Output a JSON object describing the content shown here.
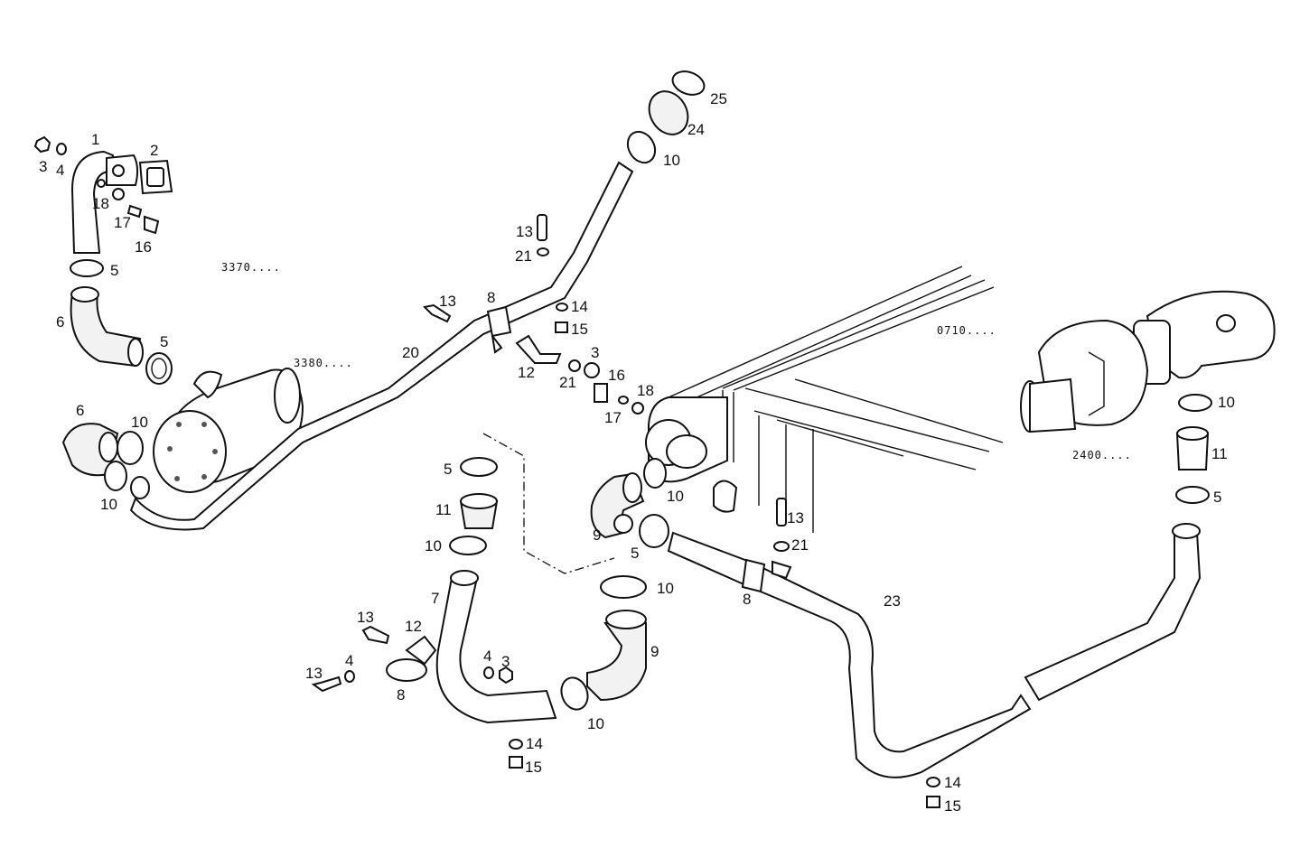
{
  "diagram": {
    "refs": {
      "r3370": "3370....",
      "r3380": "3380....",
      "r0710": "0710....",
      "r2400": "2400...."
    },
    "callouts": {
      "c1": "1",
      "c2": "2",
      "c3a": "3",
      "c4a": "4",
      "c18a": "18",
      "c17a": "17",
      "c16a": "16",
      "c5a": "5",
      "c6a": "6",
      "c5b": "5",
      "c6b": "6",
      "c10a": "10",
      "c10b": "10",
      "c20": "20",
      "c13a": "13",
      "c8a": "8",
      "c13b": "13",
      "c21a": "21",
      "c10c": "10",
      "c24": "24",
      "c25": "25",
      "c14a": "14",
      "c15a": "15",
      "c12a": "12",
      "c3b": "3",
      "c21b": "21",
      "c16b": "16",
      "c17b": "17",
      "c18b": "18",
      "c5c": "5",
      "c11a": "11",
      "c10d": "10",
      "c7": "7",
      "c9a": "9",
      "c5d": "5",
      "c10e": "10",
      "c13c": "13",
      "c21c": "21",
      "c8b": "8",
      "c23": "23",
      "c10f": "10",
      "c9b": "9",
      "c10g": "10",
      "c13d": "13",
      "c12b": "12",
      "c13e": "13",
      "c4b": "4",
      "c8c": "8",
      "c4c": "4",
      "c3c": "3",
      "c14b": "14",
      "c15b": "15",
      "c14c": "14",
      "c15c": "15",
      "c10h": "10",
      "c11b": "11",
      "c5e": "5"
    }
  }
}
